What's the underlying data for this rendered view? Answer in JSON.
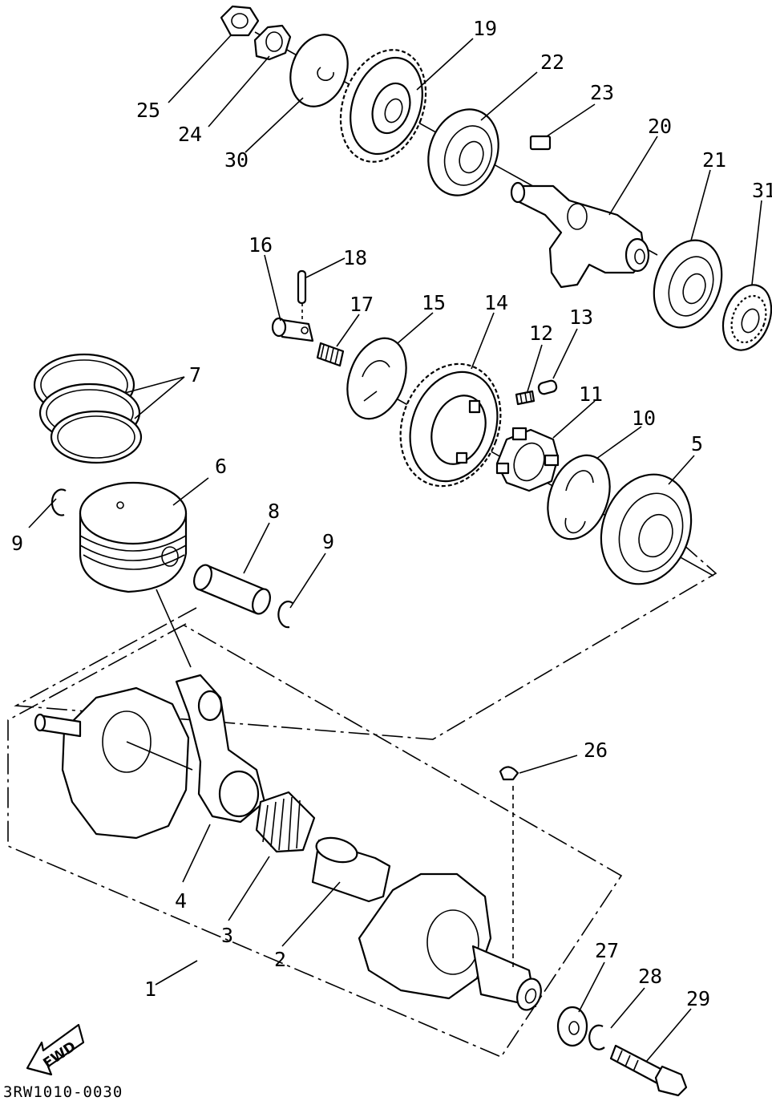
{
  "callouts": {
    "c1": "1",
    "c2": "2",
    "c3": "3",
    "c4": "4",
    "c5": "5",
    "c6": "6",
    "c7": "7",
    "c8": "8",
    "c9a": "9",
    "c9b": "9",
    "c10": "10",
    "c11": "11",
    "c12": "12",
    "c13": "13",
    "c14": "14",
    "c15": "15",
    "c16": "16",
    "c17": "17",
    "c18": "18",
    "c19": "19",
    "c20": "20",
    "c21": "21",
    "c22": "22",
    "c23": "23",
    "c24": "24",
    "c25": "25",
    "c26": "26",
    "c27": "27",
    "c28": "28",
    "c29": "29",
    "c30": "30",
    "c31": "31"
  },
  "direction_badge": "FWD",
  "drawing_code": "3RW1010-0030"
}
